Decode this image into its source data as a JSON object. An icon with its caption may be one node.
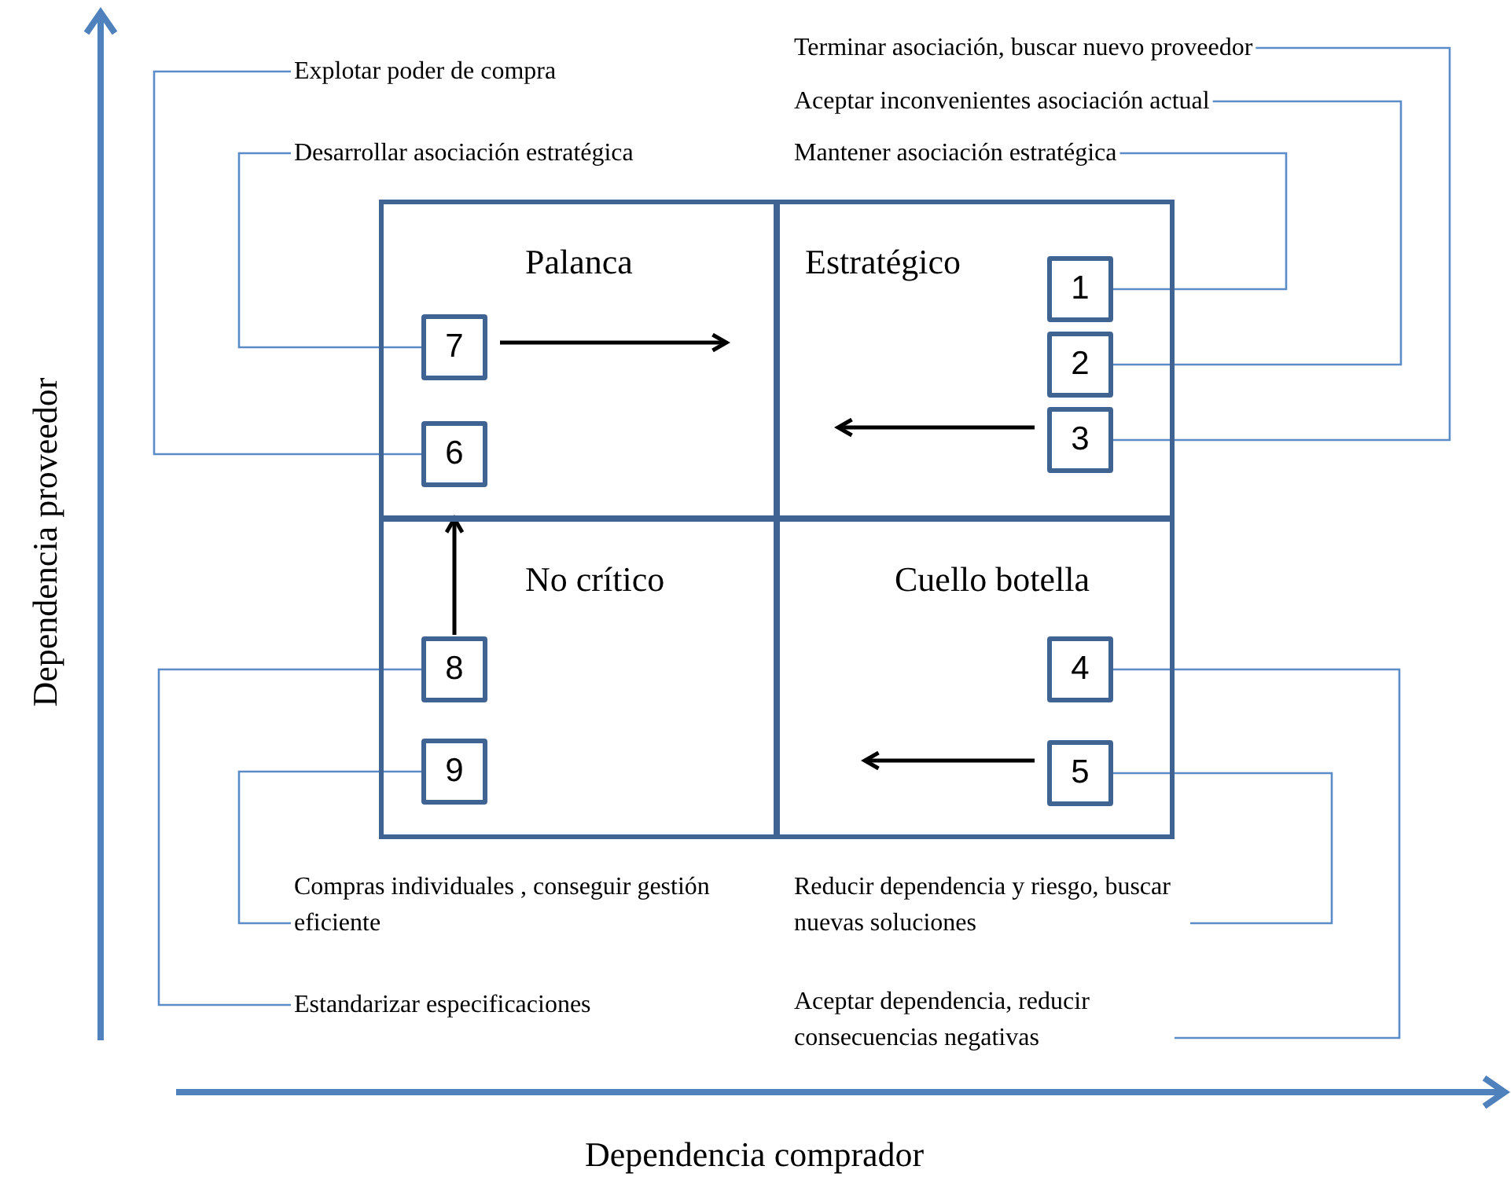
{
  "diagram": {
    "nodes": [
      {
        "text": [
          "Palanca"
        ]
      },
      {
        "text": [
          "Estratégico"
        ]
      },
      {
        "text": [
          "No crítico"
        ]
      },
      {
        "text": [
          "Cuello botella"
        ]
      },
      {
        "text": [
          "1"
        ],
        "in": 1
      },
      {
        "text": [
          "2"
        ],
        "in": 1
      },
      {
        "text": [
          "3"
        ],
        "in": 1
      },
      {
        "text": [
          "4"
        ],
        "in": 3
      },
      {
        "text": [
          "5"
        ],
        "in": 3
      },
      {
        "text": [
          "6"
        ],
        "in": 0
      },
      {
        "text": [
          "7"
        ],
        "in": 0
      },
      {
        "text": [
          "8"
        ],
        "in": 2
      },
      {
        "text": [
          "9"
        ],
        "in": 2
      },
      {
        "text": [
          "Explotar poder de compra"
        ]
      },
      {
        "text": [
          "Desarrollar asociación estratégica"
        ]
      },
      {
        "text": [
          "Terminar asociación, buscar nuevo proveedor"
        ]
      },
      {
        "text": [
          "Aceptar inconvenientes asociación actual"
        ]
      },
      {
        "text": [
          "Mantener asociación estratégica"
        ]
      },
      {
        "text": [
          "Compras individuales , conseguir gestión eficiente"
        ]
      },
      {
        "text": [
          "Estandarizar especificaciones"
        ]
      },
      {
        "text": [
          "Reducir dependencia y riesgo, buscar nuevas soluciones"
        ]
      },
      {
        "text": [
          "Aceptar dependencia, reducir consecuencias negativas"
        ]
      }
    ],
    "edges": [
      {
        "from": 10,
        "to": null,
        "arrow": "to",
        "color": "#000000"
      },
      {
        "from": 6,
        "to": null,
        "arrow": "to",
        "color": "#000000"
      },
      {
        "from": 8,
        "to": null,
        "arrow": "to",
        "color": "#000000"
      },
      {
        "from": 11,
        "to": 0,
        "arrow": "to",
        "color": "#000000"
      },
      {
        "from": 13,
        "to": 9,
        "arrow": "none"
      },
      {
        "from": 14,
        "to": 10,
        "arrow": "none"
      },
      {
        "from": 15,
        "to": 6,
        "arrow": "none"
      },
      {
        "from": 16,
        "to": 5,
        "arrow": "none"
      },
      {
        "from": 17,
        "to": 4,
        "arrow": "none"
      },
      {
        "from": 18,
        "to": 12,
        "arrow": "none"
      },
      {
        "from": 19,
        "to": 11,
        "arrow": "none"
      },
      {
        "from": 20,
        "to": 8,
        "arrow": "none"
      },
      {
        "from": 21,
        "to": 7,
        "arrow": "none"
      }
    ],
    "labels": [
      "Dependencia proveedor",
      "Dependencia comprador"
    ]
  }
}
